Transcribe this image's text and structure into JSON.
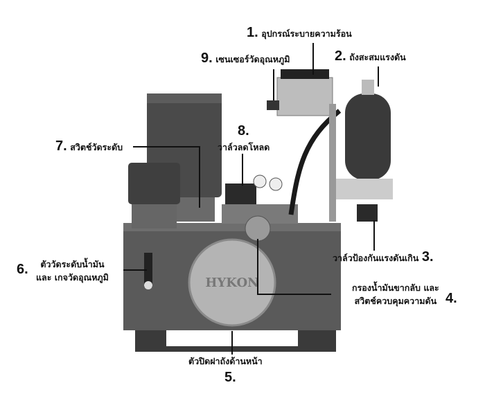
{
  "figure": {
    "logo_text": "HYKON",
    "colors": {
      "tank": "#5a5a5a",
      "dark": "#2b2b2b",
      "metal": "#a9a9a9",
      "line": "#111111"
    },
    "labels": [
      {
        "number": "1.",
        "text": "อุปกรณ์ระบายความร้อน"
      },
      {
        "number": "2.",
        "text": "ถังสะสมแรงดัน"
      },
      {
        "number": "3.",
        "text": "วาล์วป้องกันแรงดันเกิน"
      },
      {
        "number": "4.",
        "text_line1": "กรองน้ำมันขากลับ และ",
        "text_line2": "สวิตช์ควบคุมความดัน"
      },
      {
        "number": "5.",
        "text": "ตัวปิดฝาถังด้านหน้า"
      },
      {
        "number": "6.",
        "text_line1": "ตัววัดระดับน้ำมัน",
        "text_line2": "และ เกจวัดอุณหภูมิ"
      },
      {
        "number": "7.",
        "text": "สวิตช์วัดระดับ"
      },
      {
        "number": "8.",
        "text": "วาล์วลดโหลด"
      },
      {
        "number": "9.",
        "text": "เซนเซอร์วัดอุณหภูมิ"
      }
    ]
  }
}
